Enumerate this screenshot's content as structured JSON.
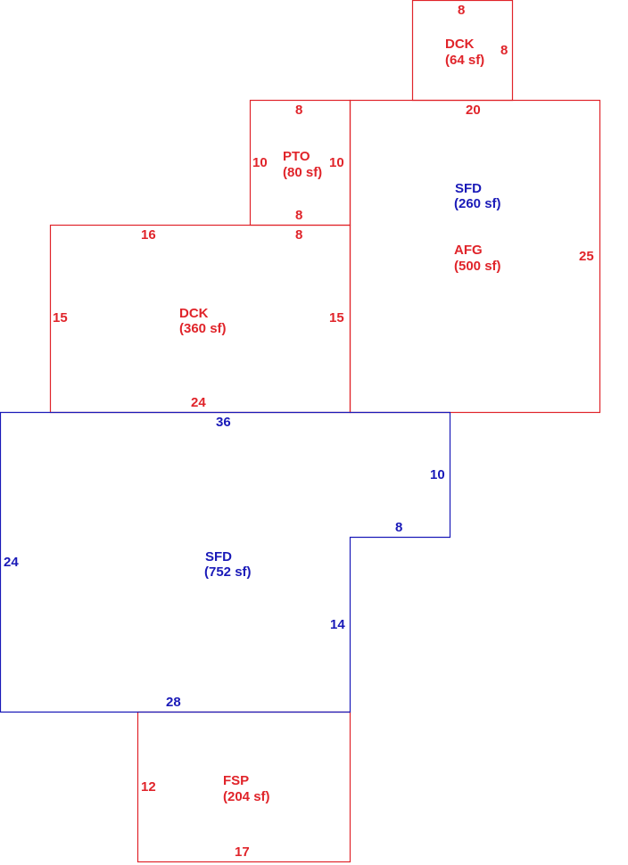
{
  "colors": {
    "red": "#e0242a",
    "blue": "#1a1ab8"
  },
  "areas": {
    "dck_top": {
      "code": "DCK",
      "sf": "(64 sf)",
      "dims": {
        "top": "8",
        "right": "8"
      }
    },
    "pto": {
      "code": "PTO",
      "sf": "(80 sf)",
      "dims": {
        "top": "8",
        "left": "10",
        "right": "10",
        "bottom": "8"
      }
    },
    "sfd_upper": {
      "code": "SFD",
      "sf": "(260 sf)",
      "dims": {
        "top": "20",
        "right": "25"
      }
    },
    "afg": {
      "code": "AFG",
      "sf": "(500 sf)"
    },
    "dck_mid": {
      "code": "DCK",
      "sf": "(360 sf)",
      "dims": {
        "top_left": "16",
        "top_right": "8",
        "left": "15",
        "right": "15",
        "bottom": "24"
      }
    },
    "sfd_main": {
      "code": "SFD",
      "sf": "(752 sf)",
      "dims": {
        "top": "36",
        "right_upper": "10",
        "notch": "8",
        "left": "24",
        "right_lower": "14",
        "bottom": "28"
      }
    },
    "fsp": {
      "code": "FSP",
      "sf": "(204 sf)",
      "dims": {
        "left": "12",
        "bottom": "17"
      }
    }
  }
}
